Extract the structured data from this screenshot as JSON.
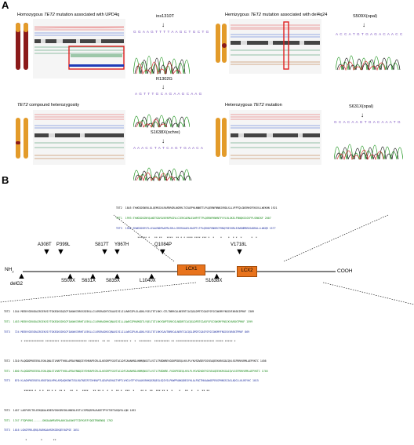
{
  "panel_a": {
    "label": "A",
    "case1_title_pre": "Homozygous ",
    "case1_title_gene": "TET2",
    "case1_title_post": " mutation associated with UPD4q",
    "case1_mut1": "ins1310T",
    "case1_seq1": "G G A A G T T T T A A G C T G C T G",
    "case1_mut2": "R1302G",
    "case1_seq2": "A G T T T G C A G A A G C A A G",
    "case2_title_pre": "Hemizygous ",
    "case2_title_gene": "TET2",
    "case2_title_post": " mutation associated with del4q24",
    "case2_mut1": "S509X(opal)",
    "case2_seq1": "A C C A T G T G A G A C A A C C",
    "case3_title_gene": "TET2",
    "case3_title_post": " compound heterozygosity",
    "case3_mut1": "S1638X(ochre)",
    "case3_seq1": "A A A C C T A T C A G T G A A C A",
    "case4_title_pre": "Heterozygous ",
    "case4_title_gene": "TET2",
    "case4_title_post": " mutation",
    "case4_mut1": "S631X(opal)",
    "case4_seq1": "G C A C A A G T G A C A A A T G"
  },
  "panel_b": {
    "label": "B",
    "nh2": "NH",
    "nh2_sub": "2",
    "cooh": "COOH",
    "lcx1": "LCX1",
    "lcx2": "LCX2",
    "top_sites": [
      "A308T",
      "P399L",
      "S817T",
      "Y867H",
      "Q1084P",
      "V1718L"
    ],
    "bottom_sites": [
      "delG2",
      "S509X",
      "S631X",
      "S835X",
      "L1040X",
      "S1638X"
    ],
    "top_alignment": [
      {
        "name": "TET2  1845",
        "seq": "EYWGSDSNEKLDLQEMSGVLRAPDRGRLNGRRLTCEAEPHLNNNTTLPLQERNFNNNIVRDLSLLVFPTQLGKERHSFEKSVLLWEKHN",
        "end": "1921",
        "color": "#000000"
      },
      {
        "name": "TET1  1993",
        "seq": "EYWGSDSGNYQLWDTSDVGVAPAPRGSVLCIERCAENLEAHPVTTPLQERNFHNHNTFVYLRLGKELFRNQKSSGVFPLSRWIKF",
        "end": "2007",
        "color": "#1a8a1a"
      },
      {
        "name": "TET3  1502",
        "seq": "EHWGSDSRVTLLEAAVNDPAAPRLSRLLCRERGAAELHAGPTLTPLQEKKFHNHRCFRNQYRESHRLEVWGNMRRGGADRALLLWKQR",
        "end": "1577",
        "color": "#2030a0"
      }
    ],
    "top_stars": "  ****** *   ** **   ****  ** * * **** **** *** *  *    *    *  * *  *      *  *   ",
    "bottom_alignment": [
      {
        "name": "TET2  1164",
        "seq": "MEEKYGEKGKAIRIERVIYTGKEGKSSQGCPIAKWVIRRSSSEEKLLCLVRERAGHTCEAAVIVILILVWEGIPLSLADKLYSELTETLRKY-GTLTNRRCALNEERTCACQGLDPETCGASFSFGCSWSMYYNGCKFARSKIPRKF",
        "end": "1309",
        "color": "#000000"
      },
      {
        "name": "TET1  1453",
        "seq": "MEEKYGEKGKAIRIEKVIYTGKEGKSSRGCPIAKWVIRRHTLEEKLLCLVRHRAGHHCQNAVIVILLLAWEGIPRAMGDTLYQELTGTLRKYGNPTSRRCGLNDDRTCACQGLDPDTCGASFSFGCSWSMYFNGCKYARSKTPRKF",
        "end": "1599",
        "color": "#1a8a1a"
      },
      {
        "name": "TET3   724",
        "seq": "MEEKYGEEGRAIRIEKVIYTGKEGKSSRGCPIAKWVIRRHTLEEKLLCLVRERAGHSCQNAVIVILILLWEGIPLHLADKLYSELTETLRKYGAVTNRRCALNERTCACQGLDPDTCGASFSFGCSWSMYFNGCKYARSKTPRKF",
        "end": "869",
        "color": "#2030a0"
      },
      {
        "name": "TET2  1310",
        "seq": "RLQGDDPKEEEKLESHLQNLSTLMAPTYKKLAPDAYNNQIEYEHRAPECRLGLKEGRPFSGVTACLDFCAHAHRDLHNMQNGSTLVCTLTREDNREVGGKPEDEQLHVLPLYKVSDVDEFGSVEAQEEKKRSGAIQVLSSFRRKVRMLAEPVKTC",
        "end": "1456",
        "color": "#000000"
      },
      {
        "name": "TET1  1600",
        "seq": "RLQGDDPKEEEKLESHLQNLSTLMAPTYKKLAPDAYNNQIEYEHRAPECRLGLKEGRPFSGVTACLDFCAHAHRDLHNMQNGSTLVCTLTREDNRE-FGGKPEDEQLHVLPLYKVSDVDEFGSVEAQEEKKRSGAIQVLSSFRRKVRMLAEPVKTC",
        "end": "1746",
        "color": "#1a8a1a"
      },
      {
        "name": "TET3   870",
        "seq": "KLAGHPKEEKEVLKRGFQKLHPKLAPQAQHSNKTCKLRATNEIRTGYHRAPTLQEAPAEHAITHPTLVHCLHTFYSVAAKVRHKQSRQEGLGQIYSLPKWPPANKQREGYHLALPQCTHKAAWAEPEKGPHNSSCASLADCLLKLREYHC",
        "end": "1015",
        "color": "#2030a0"
      },
      {
        "name": "TET2  1457",
        "seq": "LAEFVRCTELEEKQKALKREEVCKKSRESKLHNEKLESTLCSPDQSPALRAEETPYVTSETAGQVSLLQN",
        "end": "1492",
        "color": "#000000"
      },
      {
        "name": "TET1  1747",
        "seq": "FTQPVRRS------GKKAAAMRVEMLAKKIAASWSFTCDFKVEFYQGETRNENDQ",
        "end": "1762",
        "color": "#1a8a1a"
      },
      {
        "name": "TET3  1016",
        "seq": "LGKGFRRLQRQLRARKAAHSEKGEKQEFAGPSE",
        "end": "1051",
        "color": "#2030a0"
      }
    ],
    "bottom_stars": [
      "* ************* ********* ***************** *******  ** **   ********* *  *  ********  ********** ** ************************* ***** ***** *",
      "  ****** *  * *  ** * *  ** *   **  *   ****   ** ** *  *  *  ** *  ***  *    ** *  **  *** ** *  *    *   **  *   *  ** **",
      "   *         *       **"
    ]
  }
}
